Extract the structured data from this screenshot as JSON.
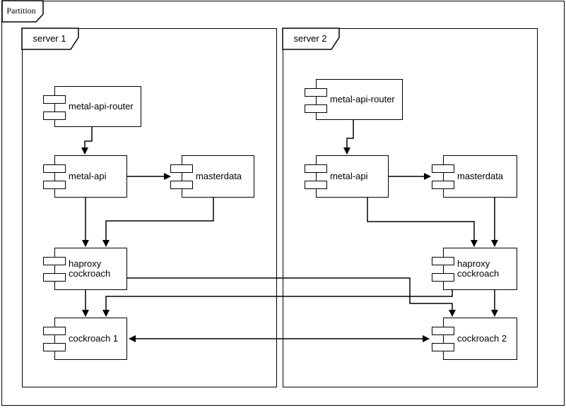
{
  "frame": {
    "title": "Partition"
  },
  "servers": [
    {
      "name": "server 1",
      "components": {
        "router": {
          "label": "metal-api-router"
        },
        "api": {
          "label": "metal-api"
        },
        "masterdata": {
          "label": "masterdata"
        },
        "haproxy": {
          "label": "haproxy cockroach"
        },
        "cockroach": {
          "label": "cockroach 1"
        }
      }
    },
    {
      "name": "server 2",
      "components": {
        "router": {
          "label": "metal-api-router"
        },
        "api": {
          "label": "metal-api"
        },
        "masterdata": {
          "label": "masterdata"
        },
        "haproxy": {
          "label": "haproxy cockroach"
        },
        "cockroach": {
          "label": "cockroach 2"
        }
      }
    }
  ],
  "connections": [
    {
      "from": "server 1 / metal-api-router",
      "to": "server 1 / metal-api",
      "style": "arrow"
    },
    {
      "from": "server 1 / metal-api",
      "to": "server 1 / masterdata",
      "style": "arrow"
    },
    {
      "from": "server 1 / metal-api",
      "to": "server 1 / haproxy cockroach",
      "style": "arrow"
    },
    {
      "from": "server 1 / masterdata",
      "to": "server 1 / haproxy cockroach",
      "style": "arrow"
    },
    {
      "from": "server 1 / haproxy cockroach",
      "to": "server 1 / cockroach 1",
      "style": "arrow"
    },
    {
      "from": "server 1 / haproxy cockroach",
      "to": "server 2 / cockroach 2",
      "style": "arrow"
    },
    {
      "from": "server 2 / metal-api-router",
      "to": "server 2 / metal-api",
      "style": "arrow"
    },
    {
      "from": "server 2 / metal-api",
      "to": "server 2 / masterdata",
      "style": "arrow"
    },
    {
      "from": "server 2 / metal-api",
      "to": "server 2 / haproxy cockroach",
      "style": "arrow"
    },
    {
      "from": "server 2 / masterdata",
      "to": "server 2 / haproxy cockroach",
      "style": "arrow"
    },
    {
      "from": "server 2 / haproxy cockroach",
      "to": "server 2 / cockroach 2",
      "style": "arrow"
    },
    {
      "from": "server 2 / haproxy cockroach",
      "to": "server 1 / cockroach 1",
      "style": "arrow"
    },
    {
      "from": "server 1 / cockroach 1",
      "to": "server 2 / cockroach 2",
      "style": "double-arrow"
    }
  ],
  "colors": {
    "stroke": "#000000",
    "background": "#ffffff"
  }
}
